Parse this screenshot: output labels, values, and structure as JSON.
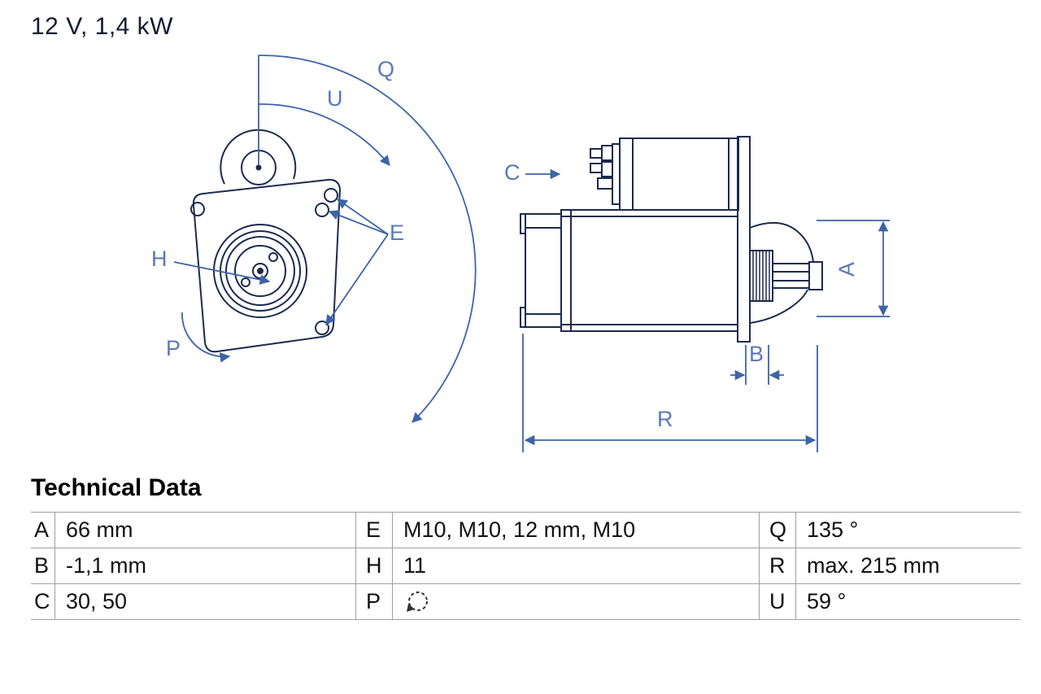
{
  "page": {
    "title": "12 V, 1,4 kW"
  },
  "drawing": {
    "views": [
      "front-view",
      "side-view"
    ],
    "labels": {
      "q": "Q",
      "u": "U",
      "e": "E",
      "h": "H",
      "p": "P",
      "c": "C",
      "a": "A",
      "b": "B",
      "r": "R"
    },
    "colors": {
      "outline": "#1b2a4d",
      "dimension": "#3c64a8",
      "label": "#5b79b8"
    }
  },
  "technical_data": {
    "heading": "Technical Data",
    "rows": [
      [
        {
          "key": "A",
          "value": "66 mm"
        },
        {
          "key": "E",
          "value": "M10, M10, 12 mm, M10"
        },
        {
          "key": "Q",
          "value": "135 °"
        }
      ],
      [
        {
          "key": "B",
          "value": "-1,1 mm"
        },
        {
          "key": "H",
          "value": "11"
        },
        {
          "key": "R",
          "value": "max. 215 mm"
        }
      ],
      [
        {
          "key": "C",
          "value": "30, 50"
        },
        {
          "key": "P",
          "value": "",
          "icon": "rotation-direction-icon"
        },
        {
          "key": "U",
          "value": "59 °"
        }
      ]
    ]
  }
}
